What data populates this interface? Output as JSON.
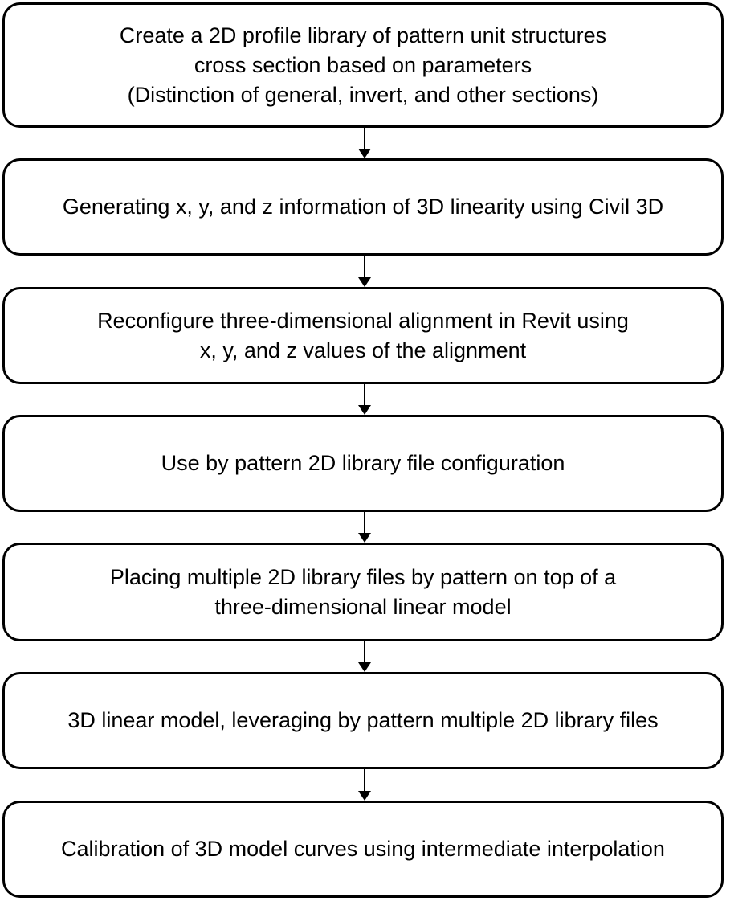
{
  "steps": [
    {
      "lines": [
        "Create a 2D profile library of pattern unit structures",
        "cross section based on parameters",
        "(Distinction of general, invert, and other sections)"
      ]
    },
    {
      "lines": [
        "Generating x, y, and z information of 3D linearity using Civil 3D"
      ]
    },
    {
      "lines": [
        "Reconfigure three-dimensional alignment in Revit using",
        "x, y, and z values of the alignment"
      ]
    },
    {
      "lines": [
        "Use by pattern 2D library file configuration"
      ]
    },
    {
      "lines": [
        "Placing multiple 2D library files by pattern on top of a",
        "three-dimensional linear model"
      ]
    },
    {
      "lines": [
        "3D linear model, leveraging by pattern multiple 2D library files"
      ]
    },
    {
      "lines": [
        "Calibration of 3D model curves using intermediate interpolation"
      ]
    }
  ]
}
